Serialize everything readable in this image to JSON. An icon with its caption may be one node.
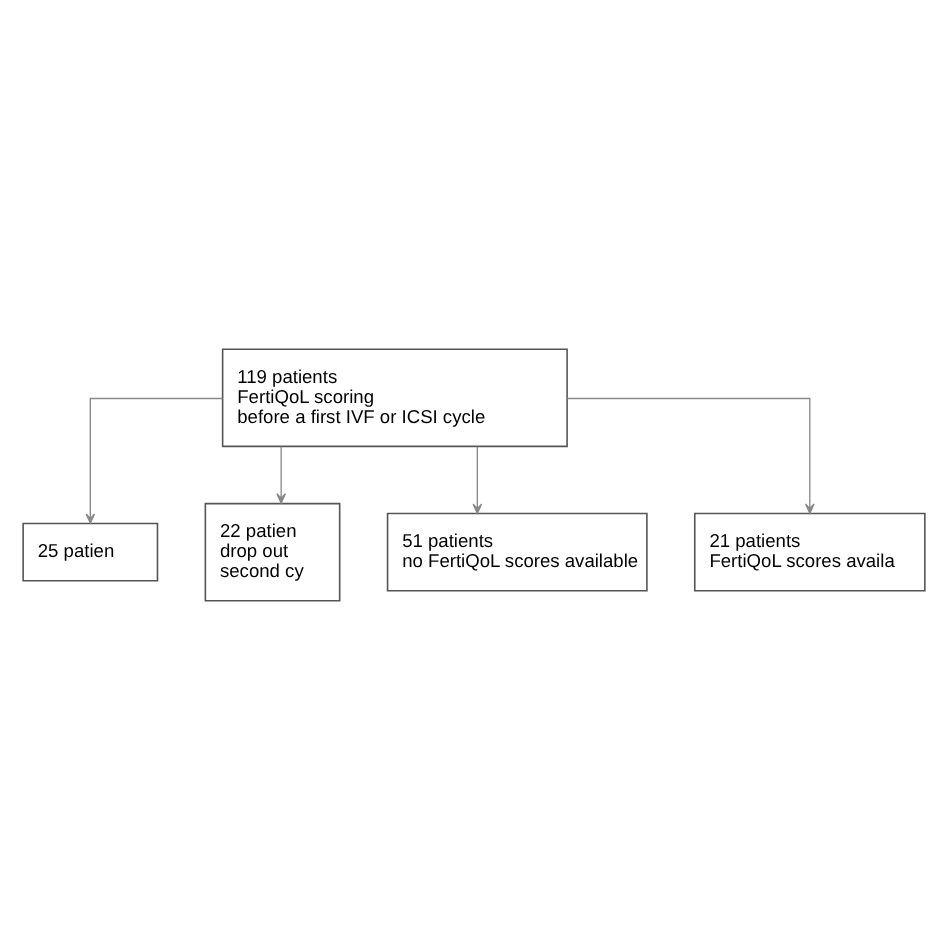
{
  "diagram": {
    "nodes": [
      {
        "text": [
          "119 patients",
          "FertiQoL scoring",
          "before a first IVF or ICSI cycle"
        ]
      },
      {
        "text": [
          "25 patien"
        ]
      },
      {
        "text": [
          "22 patien",
          "drop out",
          "second cy"
        ]
      },
      {
        "text": [
          "51 patients",
          "no FertiQoL scores available"
        ]
      },
      {
        "text": [
          "21 patients",
          "FertiQoL scores availa"
        ]
      }
    ],
    "edges": [
      {
        "from": 0,
        "to": 1,
        "arrow": "to"
      },
      {
        "from": 0,
        "to": 2,
        "arrow": "to"
      },
      {
        "from": 0,
        "to": 3,
        "arrow": "to"
      },
      {
        "from": 0,
        "to": 4,
        "arrow": "to"
      }
    ]
  }
}
